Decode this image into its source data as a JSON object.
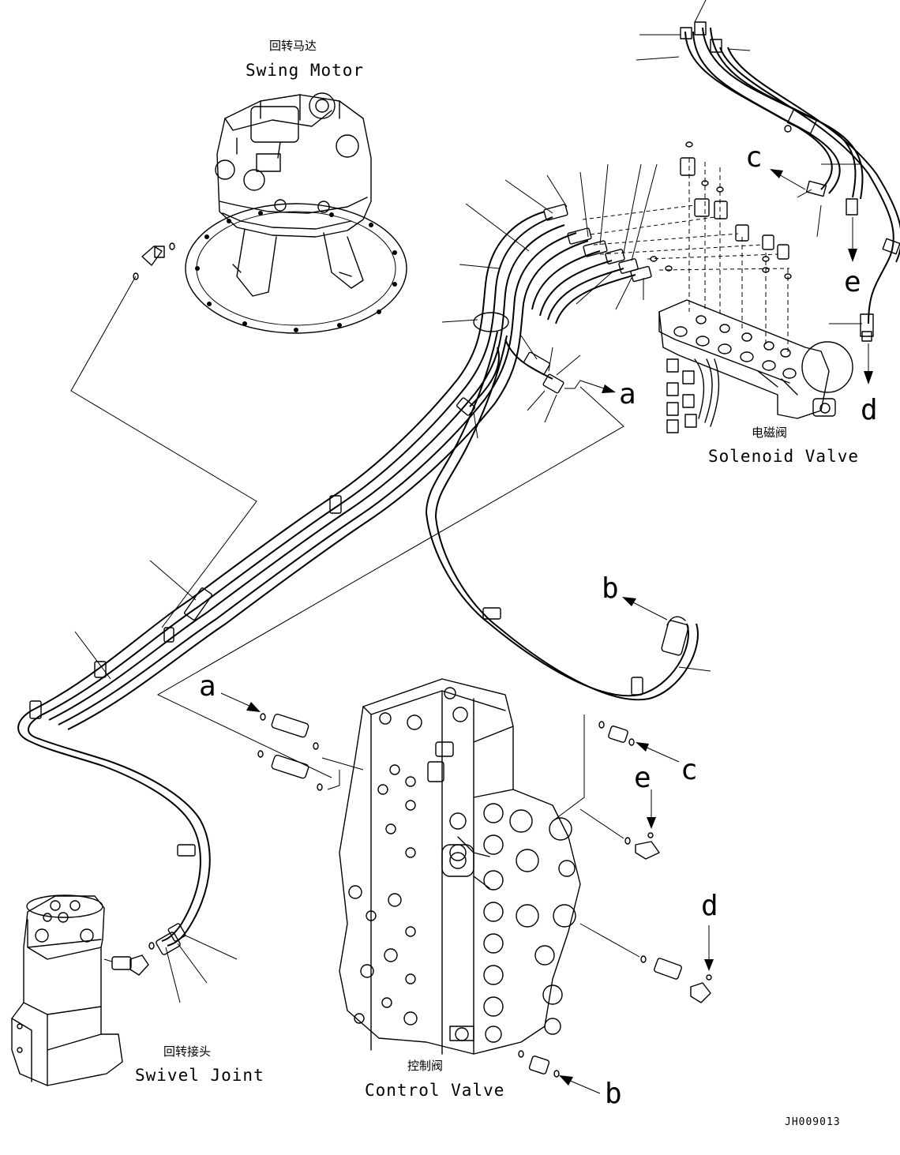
{
  "components": {
    "swing_motor": {
      "label_cn": "回转马达",
      "label_en": "Swing Motor"
    },
    "solenoid_valve": {
      "label_cn": "电磁阀",
      "label_en": "Solenoid Valve"
    },
    "control_valve": {
      "label_cn": "控制阀",
      "label_en": "Control Valve"
    },
    "swivel_joint": {
      "label_cn": "回转接头",
      "label_en": "Swivel Joint"
    }
  },
  "connection_refs": {
    "a_source": "a",
    "a_target": "a",
    "b_source": "b",
    "b_target": "b",
    "c_source": "c",
    "c_target": "c",
    "d_source": "d",
    "d_target": "d",
    "e_source": "e",
    "e_target": "e"
  },
  "drawing_code": "JH009013"
}
